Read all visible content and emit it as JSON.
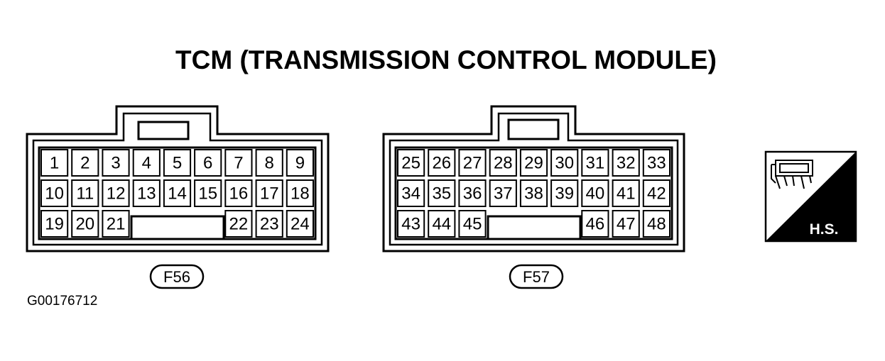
{
  "title": "TCM (TRANSMISSION CONTROL MODULE)",
  "figure_id": "G00176712",
  "connectors": [
    {
      "label": "F56",
      "rows": [
        [
          "1",
          "2",
          "3",
          "4",
          "5",
          "6",
          "7",
          "8",
          "9"
        ],
        [
          "10",
          "11",
          "12",
          "13",
          "14",
          "15",
          "16",
          "17",
          "18"
        ],
        [
          "19",
          "20",
          "21",
          "",
          "",
          "",
          "22",
          "23",
          "24"
        ]
      ]
    },
    {
      "label": "F57",
      "rows": [
        [
          "25",
          "26",
          "27",
          "28",
          "29",
          "30",
          "31",
          "32",
          "33"
        ],
        [
          "34",
          "35",
          "36",
          "37",
          "38",
          "39",
          "40",
          "41",
          "42"
        ],
        [
          "43",
          "44",
          "45",
          "",
          "",
          "",
          "46",
          "47",
          "48"
        ]
      ]
    }
  ],
  "badge": {
    "text": "H.S.",
    "icon": "connector-housing-icon"
  }
}
